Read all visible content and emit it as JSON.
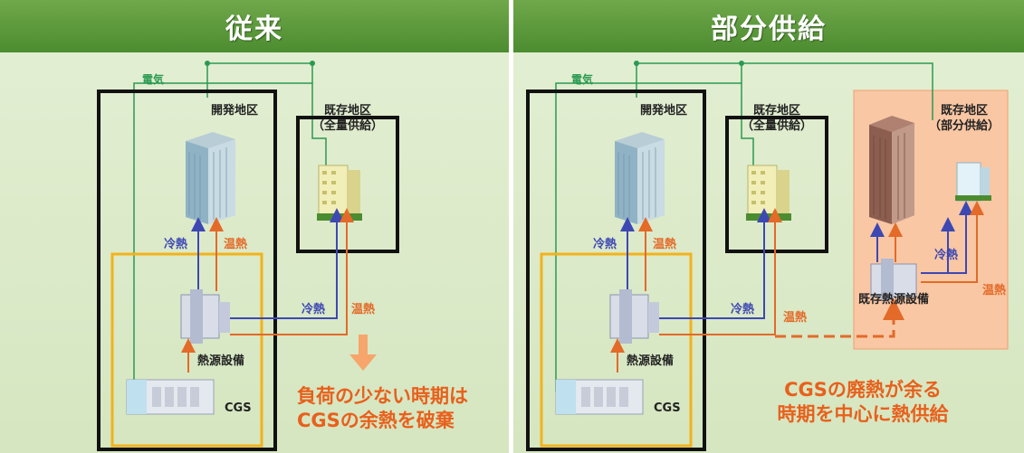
{
  "panels": [
    {
      "title": "従来",
      "labels": {
        "electricity": "電気",
        "development_area": "開発地区",
        "existing_full_line1": "既存地区",
        "existing_full_line2": "（全量供給）",
        "cooling_up": "冷熱",
        "heating_up": "温熱",
        "cooling_pipe": "冷熱",
        "heating_pipe": "温熱",
        "heat_source": "熱源設備",
        "cgs": "CGS"
      },
      "note_line1": "負荷の少ない時期は",
      "note_line2": "CGSの余熱を破棄"
    },
    {
      "title": "部分供給",
      "labels": {
        "electricity": "電気",
        "development_area": "開発地区",
        "existing_full_line1": "既存地区",
        "existing_full_line2": "（全量供給）",
        "existing_partial_line1": "既存地区",
        "existing_partial_line2": "（部分供給）",
        "cooling_up": "冷熱",
        "heating_up": "温熱",
        "cooling_pipe": "冷熱",
        "heating_pipe": "温熱",
        "existing_heat_source": "既存熱源設備",
        "existing_cooling": "冷熱",
        "existing_heating": "温熱",
        "heat_source": "熱源設備",
        "cgs": "CGS"
      },
      "note_line1": "CGSの廃熱が余る",
      "note_line2": "時期を中心に熱供給"
    }
  ],
  "colors": {
    "header_green": "#4c8c30",
    "electric_green": "#2a9a52",
    "cooling_blue": "#3d48b3",
    "heating_orange": "#e36a28",
    "plant_box_yellow": "#f2b21c",
    "partial_area_fill": "#f9c7a4"
  },
  "icons": [
    "office-tower-icon",
    "small-building-icon",
    "heat-source-machine-icon",
    "cgs-unit-icon",
    "discard-arrow-icon"
  ]
}
